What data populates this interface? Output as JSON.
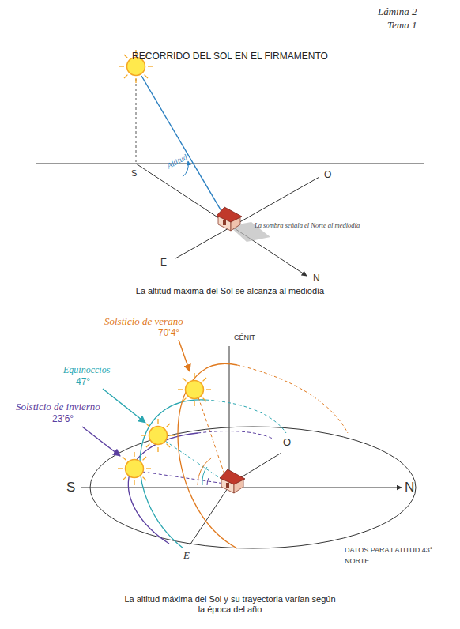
{
  "diagram": {
    "title": "RECORRIDO DEL SOL EN EL FIRMAMENTO",
    "labels": [
      "Lámina 2",
      "Tema 1",
      "S",
      "O",
      "E",
      "N",
      "Altitud",
      "La sombra señala el Norte al mediodía",
      "La altitud máxima del Sol se alcanza al mediodía",
      "Solsticio de verano",
      "70'4°",
      "Equinoccios",
      "47°",
      "Solsticio de invierno",
      "23'6°",
      "CÉNIT",
      "S",
      "N",
      "O",
      "E",
      "DATOS PARA LATITUD 43° NORTE"
    ],
    "caption": "La altitud máxima del Sol y su trayectoria varían según la época del año"
  }
}
